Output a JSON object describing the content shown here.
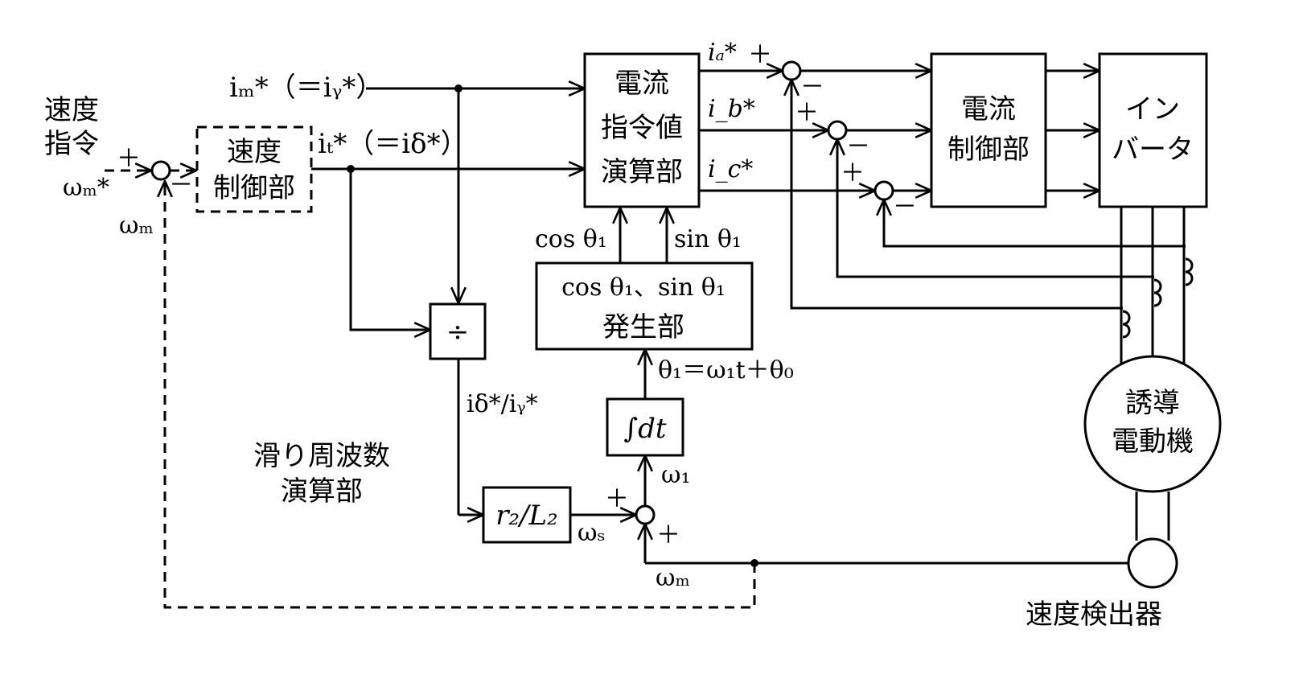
{
  "diagram": {
    "speed_command": [
      "速度",
      "指令"
    ],
    "omega_m_star": "ωₘ*",
    "omega_m_fb": "ωₘ",
    "speed_controller": [
      "速度",
      "制御部"
    ],
    "current_command_calc": [
      "電流",
      "指令値",
      "演算部"
    ],
    "current_controller": [
      "電流",
      "制御部"
    ],
    "inverter": [
      "イン",
      "バータ"
    ],
    "motor": [
      "誘導",
      "電動機"
    ],
    "speed_detector": "速度検出器",
    "slip_freq_calc": [
      "滑り周波数",
      "演算部"
    ],
    "trig_generator": [
      "cos θ₁、sin θ₁",
      "発生部"
    ],
    "divider": "÷",
    "integrator": "∫dt",
    "gain": "r₂/L₂",
    "cos_label": "cos θ₁",
    "sin_label": "sin θ₁",
    "theta_label": "θ₁＝ω₁t＋θ₀",
    "im_star_label": "iₘ*（＝iᵧ*）",
    "it_star_label": "iₜ*（＝iδ*）",
    "ratio_label": "iδ*/iᵧ*",
    "omega_1": "ω₁",
    "omega_s": "ωₛ",
    "ia_star": "iₐ*",
    "ib_star": "i_b*",
    "ic_star": "i_c*",
    "plus": "＋",
    "minus": "－"
  }
}
